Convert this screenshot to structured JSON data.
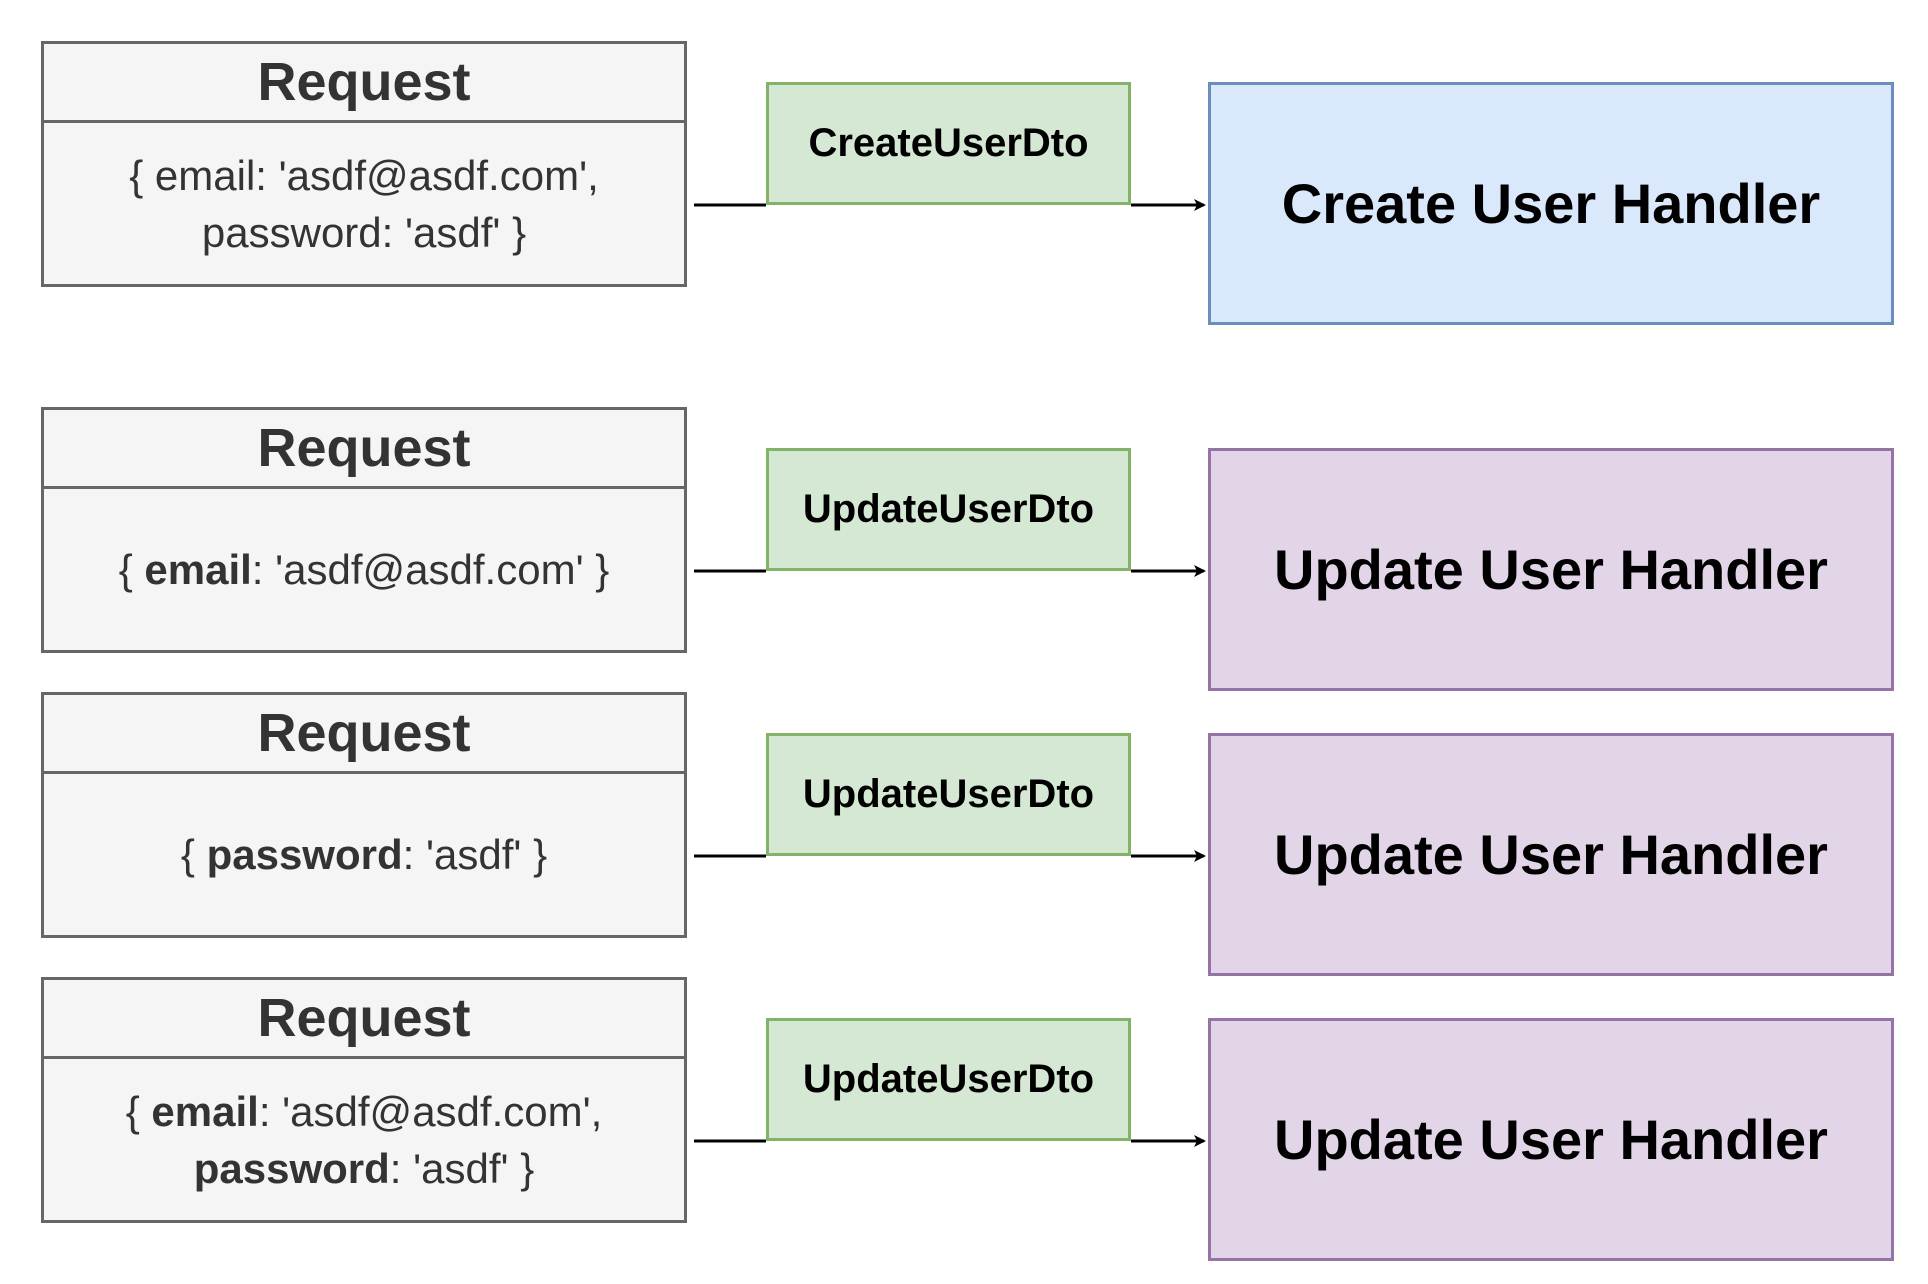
{
  "colors": {
    "request_fill": "#f5f5f5",
    "request_stroke": "#666666",
    "dto_fill": "#d5e8d4",
    "dto_stroke": "#82b366",
    "create_fill": "#dae8fc",
    "create_stroke": "#6c8ebf",
    "update_fill": "#e1d5e7",
    "update_stroke": "#9673a6",
    "connector": "#000000"
  },
  "rows": [
    {
      "request": {
        "title": "Request",
        "lines": [
          [
            {
              "t": "{ email: 'asdf@asdf.com',",
              "b": false
            }
          ],
          [
            {
              "t": "password: 'asdf' }",
              "b": false
            }
          ]
        ]
      },
      "dto": "CreateUserDto",
      "handler": {
        "label": "Create User Handler",
        "kind": "create"
      }
    },
    {
      "request": {
        "title": "Request",
        "lines": [
          [
            {
              "t": "{ ",
              "b": false
            },
            {
              "t": "email",
              "b": true
            },
            {
              "t": ": 'asdf@asdf.com' }",
              "b": false
            }
          ]
        ]
      },
      "dto": "UpdateUserDto",
      "handler": {
        "label": "Update User Handler",
        "kind": "update"
      }
    },
    {
      "request": {
        "title": "Request",
        "lines": [
          [
            {
              "t": "{ ",
              "b": false
            },
            {
              "t": "password",
              "b": true
            },
            {
              "t": ": 'asdf' }",
              "b": false
            }
          ]
        ]
      },
      "dto": "UpdateUserDto",
      "handler": {
        "label": "Update User Handler",
        "kind": "update"
      }
    },
    {
      "request": {
        "title": "Request",
        "lines": [
          [
            {
              "t": "{ ",
              "b": false
            },
            {
              "t": "email",
              "b": true
            },
            {
              "t": ": 'asdf@asdf.com',",
              "b": false
            }
          ],
          [
            {
              "t": "password",
              "b": true
            },
            {
              "t": ": 'asdf' }",
              "b": false
            }
          ]
        ]
      },
      "dto": "UpdateUserDto",
      "handler": {
        "label": "Update User Handler",
        "kind": "update"
      }
    }
  ]
}
